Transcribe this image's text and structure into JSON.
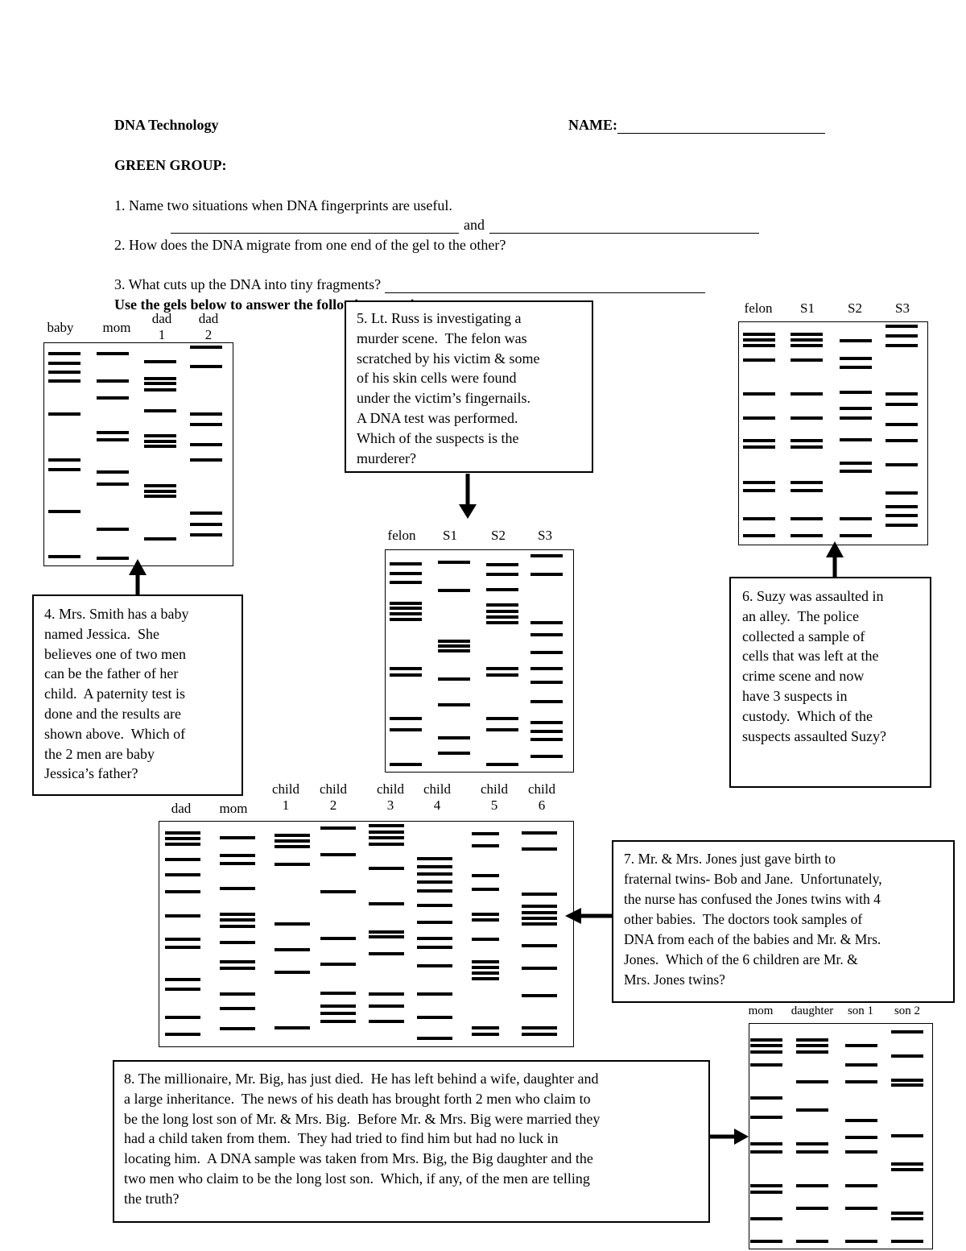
{
  "header": {
    "title": "DNA Technology",
    "name_label": "NAME:",
    "group": "GREEN GROUP:"
  },
  "questions": {
    "q1": "1. Name two situations when DNA fingerprints are useful.",
    "q1_and": "and",
    "q2": "2. How does the DNA migrate from one end of the gel to the other?",
    "q3": "3. What cuts up the DNA into tiny fragments?",
    "instruction": "Use the gels below to answer the following questions."
  },
  "boxes": {
    "q4": "4. Mrs. Smith has a baby\nnamed Jessica.  She\nbelieves one of two men\ncan be the father of her\nchild.  A paternity test is\ndone and the results are\nshown above.  Which of\nthe 2 men are baby\nJessica’s father?",
    "q5": "5. Lt. Russ is investigating a\nmurder scene.  The felon was\nscratched by his victim & some\nof his skin cells were found\nunder the victim’s fingernails.\nA DNA test was performed.\nWhich of the suspects is the\nmurderer?",
    "q6": "6. Suzy was assaulted in\nan alley.  The police\ncollected a sample of\ncells that was left at the\ncrime scene and now\nhave 3 suspects in\ncustody.  Which of the\nsuspects assaulted Suzy?",
    "q7": "7. Mr. & Mrs. Jones just gave birth to\nfraternal twins- Bob and Jane.  Unfortunately,\nthe nurse has confused the Jones twins with 4\nother babies.  The doctors took samples of\nDNA from each of the babies and Mr. & Mrs.\nJones.  Which of the 6 children are Mr. &\nMrs. Jones twins?",
    "q8": "8. The millionaire, Mr. Big, has just died.  He has left behind a wife, daughter and\na large inheritance.  The news of his death has brought forth 2 men who claim to\nbe the long lost son of Mr. & Mrs. Big.  Before Mr. & Mrs. Big were married they\nhad a child taken from them.  They had tried to find him but had no luck in\nlocating him.  A DNA sample was taken from Mrs. Big, the Big daughter and the\ntwo men who claim to be the long lost son.  Which, if any, of the men are telling\nthe truth?"
  },
  "gel_labels": {
    "gel4": [
      "baby",
      "mom",
      "dad\n1",
      "dad\n2"
    ],
    "gel5": [
      "felon",
      "S1",
      "S2",
      "S3"
    ],
    "gel6": [
      "felon",
      "S1",
      "S2",
      "S3"
    ],
    "gel7": [
      "dad",
      "mom",
      "child\n1",
      "child\n2",
      "child\n3",
      "child\n4",
      "child\n5",
      "child\n6"
    ],
    "gel8": [
      "mom",
      "daughter",
      "son 1",
      "son 2"
    ]
  }
}
